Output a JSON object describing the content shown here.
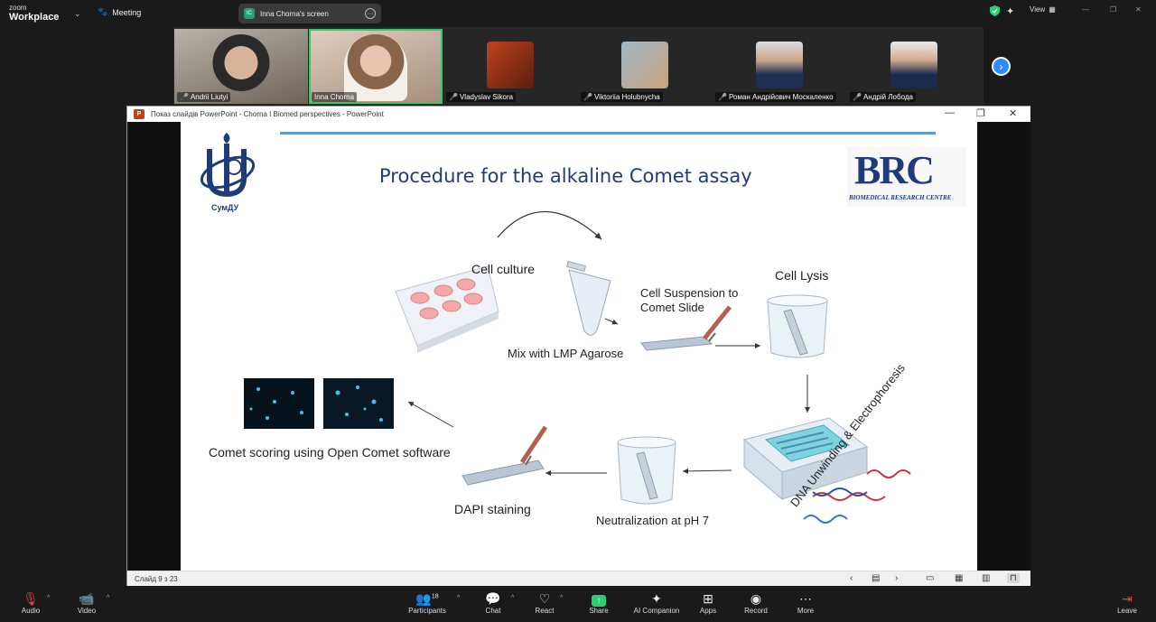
{
  "app": {
    "brand_top": "zoom",
    "brand": "Workplace",
    "meeting_label": "Meeting",
    "screen_label": "Inna Chorna's screen",
    "view_label": "View"
  },
  "participants": [
    {
      "name": "Andrii Liutyi",
      "muted": true
    },
    {
      "name": "Inna Chorna",
      "muted": false
    },
    {
      "name": "Vladyslav Sikora",
      "muted": true
    },
    {
      "name": "Viktoriia Holubnycha",
      "muted": true
    },
    {
      "name": "Роман Андрійович Москаленко",
      "muted": true
    },
    {
      "name": "Андрій Лобода",
      "muted": true
    }
  ],
  "ppt": {
    "title": "Показ слайдів PowerPoint  -  Chorna I Biomed perspectives - PowerPoint",
    "status": "Слайд 9 з 23"
  },
  "slide": {
    "title": "Procedure for the alkaline Comet assay",
    "logo_left_text": "СумДУ",
    "logo_right_main": "BRC",
    "logo_right_sub": "BIOMEDICAL RESEARCH CENTRE",
    "labels": {
      "cell_culture": "Cell culture",
      "suspension_1": "Cell Suspension to",
      "suspension_2": "Comet Slide",
      "lysis": "Cell Lysis",
      "mix": "Mix with LMP Agarose",
      "scoring": "Comet scoring using Open Comet software",
      "dapi": "DAPI staining",
      "neutral": "Neutralization at pH 7",
      "unwind": "DNA Unwinding & Electrophoresis"
    }
  },
  "toolbar": {
    "audio": "Audio",
    "video": "Video",
    "participants": "Participants",
    "participants_count": "18",
    "chat": "Chat",
    "react": "React",
    "share": "Share",
    "ai": "AI Companion",
    "apps": "Apps",
    "record": "Record",
    "more": "More",
    "leave": "Leave"
  },
  "colors": {
    "accent": "#2d8cff",
    "active_speaker": "#2ecc71",
    "mute": "#e0453a",
    "slide_blue": "#1f3b7a"
  }
}
